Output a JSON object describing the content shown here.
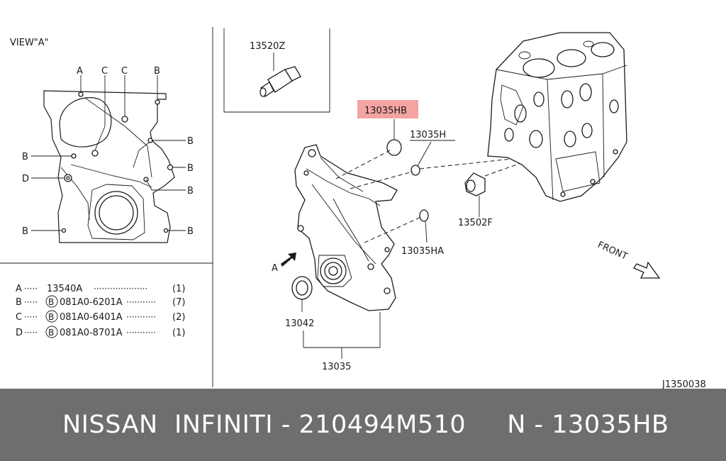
{
  "view_title": "VIEW\"A\"",
  "callouts": {
    "a_top": "A",
    "c1_top": "C",
    "c2_top": "C",
    "b_top": "B",
    "b_r1": "B",
    "b_r2": "B",
    "b_r3": "B",
    "b_r4": "B",
    "b_left1": "B",
    "d_left": "D",
    "b_left2": "B"
  },
  "legend": [
    {
      "key": "A",
      "dots": "·····",
      "badge": "",
      "part": "13540A",
      "tail": "····················",
      "qty": "(1)"
    },
    {
      "key": "B",
      "dots": "·····",
      "badge": "B",
      "part": "081A0-6201A",
      "tail": "···········",
      "qty": "(7)"
    },
    {
      "key": "C",
      "dots": "·····",
      "badge": "B",
      "part": "081A0-6401A",
      "tail": "···········",
      "qty": "(2)"
    },
    {
      "key": "D",
      "dots": "·····",
      "badge": "B",
      "part": "081A0-8701A",
      "tail": "···········",
      "qty": "(1)"
    }
  ],
  "parts": {
    "p13520z": "13520Z",
    "p13035hb": "13035HB",
    "p13035h": "13035H",
    "p13035ha": "13035HA",
    "p13502f": "13502F",
    "p13042": "13042",
    "p13035": "13035",
    "arrow_a": "A",
    "front": "FRONT"
  },
  "drawing_id": "J1350038",
  "footer": "NISSAN  INFINITI - 210494M510     N - 13035HB",
  "colors": {
    "highlight": "#f4a3a3",
    "footer_bg": "#6e6e6e",
    "footer_text": "#ffffff"
  }
}
